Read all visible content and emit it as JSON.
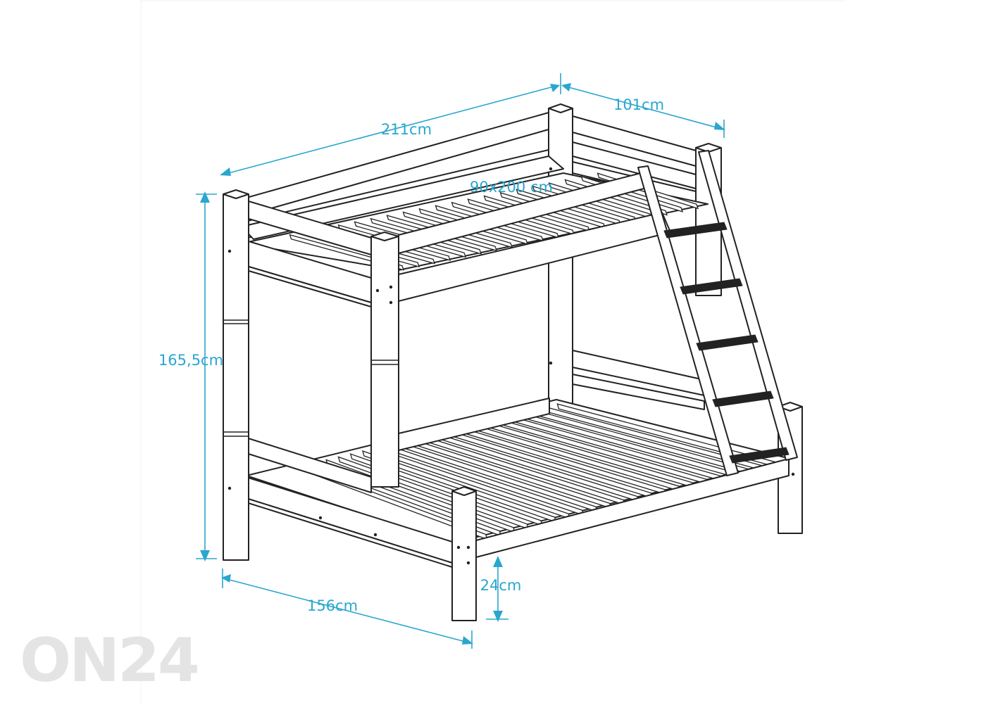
{
  "dimensions": {
    "length": "211cm",
    "width": "101cm",
    "mattress": "90x200 cm",
    "height": "165,5cm",
    "bottom_width": "156cm",
    "clearance": "24cm"
  },
  "watermark": "ON24",
  "colors": {
    "dimension": "#2aa6cf",
    "outline": "#222222",
    "background": "#ffffff"
  }
}
